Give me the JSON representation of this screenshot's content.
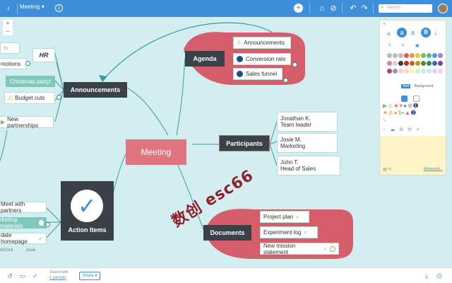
{
  "topbar": {
    "title": "Meeting",
    "search_placeholder": "Search",
    "back_icon": "chevron-left-icon",
    "info_icon": "info-icon",
    "add_icon": "plus-icon",
    "undo_icon": "undo-icon",
    "redo_icon": "redo-icon"
  },
  "zoom": {
    "in": "+",
    "out": "−"
  },
  "map": {
    "center": "Meeting",
    "agenda": {
      "label": "Agenda",
      "items": [
        "Announcements",
        "Conversion rate",
        "Sales funnel"
      ]
    },
    "participants": {
      "label": "Participants",
      "items": [
        {
          "name": "Jonathan K.",
          "role": "Team leader"
        },
        {
          "name": "Josie M.",
          "role": "Marketing"
        },
        {
          "name": "John T.",
          "role": "Head of Sales"
        }
      ]
    },
    "documents": {
      "label": "Documents",
      "items": [
        "Project plan",
        "Experiment log",
        "New mission statement"
      ]
    },
    "announcements": {
      "label": "Announcements",
      "items": [
        "HR",
        "motions",
        "Christmas party!",
        "Budget cuts",
        "New partnerships"
      ]
    },
    "action_items": {
      "label": "Action Items",
      "items": [
        "Meet with partners",
        "rketing materials",
        "date homepage",
        "4/2018",
        "Josie"
      ]
    }
  },
  "panel": {
    "text_tab": "Text",
    "bg_tab": "Background",
    "advanced_link": "Advanced...",
    "font_buttons": [
      "a",
      "a",
      "B",
      "i"
    ],
    "colors": [
      "#bbbbbb",
      "#bbbbbb",
      "#bbbbbb",
      "#e25b5b",
      "#e89a3c",
      "#e6c84a",
      "#7bbf5a",
      "#56b5a0",
      "#4a9fd6",
      "#a97cd1",
      "#e07ab0",
      "#d5d5d5",
      "#3a3a3a",
      "#b52d2d",
      "#b56a1d",
      "#b39a1e",
      "#4f8c34",
      "#2d8878",
      "#2c6fa9",
      "#6f4a9c",
      "#a9487a",
      "#9a9a9a",
      "#ffcfcf",
      "#ffd9b3",
      "#fff2b3",
      "#d8f0c2",
      "#c2ece3",
      "#c7e3f7",
      "#e1d2f2",
      "#f7d2e4"
    ]
  },
  "bottombar": {
    "shared_with_label": "Shared with",
    "shared_with_value": "1 person",
    "share_button": "Share ▾"
  },
  "watermark": "数创 esc66"
}
